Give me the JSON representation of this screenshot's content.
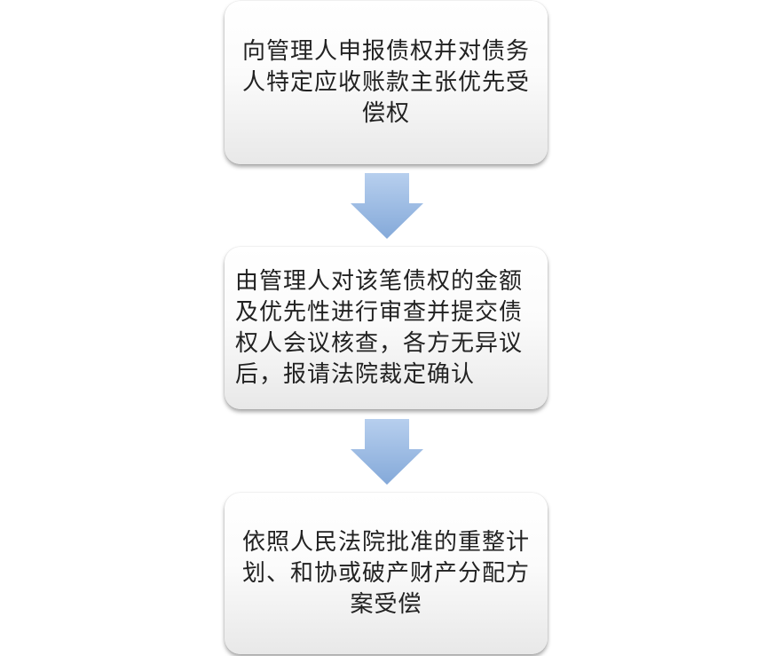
{
  "flowchart": {
    "steps": [
      {
        "text": "向管理人申报债权并对债务人特定应收账款主张优先受偿权"
      },
      {
        "text": "由管理人对该笔债权的金额及优先性进行审查并提交债权人会议核查，各方无异议后，报请法院裁定确认"
      },
      {
        "text": "依照人民法院批准的重整计划、和协或破产财产分配方案受偿"
      }
    ],
    "colors": {
      "arrow_fill_top": "#a9c4e6",
      "arrow_fill_bottom": "#7ea5d8",
      "box_fill": "#ffffff",
      "box_shadow": "#e8e8e8"
    }
  }
}
